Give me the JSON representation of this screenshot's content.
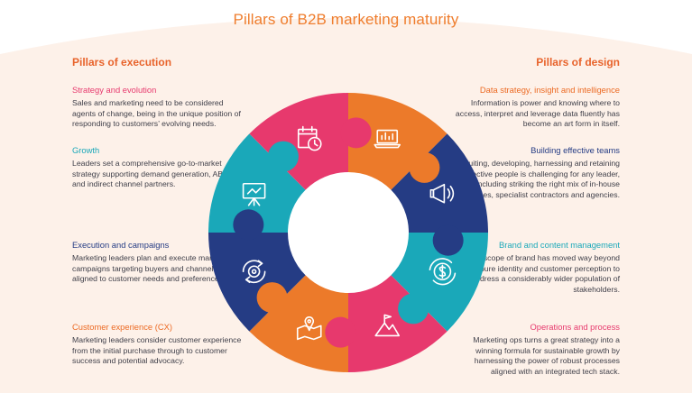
{
  "title": "Pillars of B2B marketing maturity",
  "execution": {
    "heading": "Pillars of execution",
    "items": [
      {
        "title": "Strategy and evolution",
        "text": "Sales and marketing need to be considered agents of change, being in the unique position of responding to customers’ evolving needs.",
        "color": "#e7396d"
      },
      {
        "title": "Growth",
        "text": "Leaders set a comprehensive go-to-market strategy supporting demand generation, ABM and indirect channel partners.",
        "color": "#1aa8b9"
      },
      {
        "title": "Execution and campaigns",
        "text": "Marketing leaders plan and execute marketing campaigns targeting buyers and channels fully-aligned to customer needs and preferences.",
        "color": "#253c84"
      },
      {
        "title": "Customer experience (CX)",
        "text": "Marketing leaders consider customer experience from the initial purchase through to customer success and potential advocacy.",
        "color": "#ec6a23"
      }
    ]
  },
  "design": {
    "heading": "Pillars of design",
    "items": [
      {
        "title": "Data strategy, insight and intelligence",
        "text": "Information is power and knowing where to access, interpret and leverage data fluently has become an art form in itself.",
        "color": "#ec6a23"
      },
      {
        "title": "Building effective teams",
        "text": "Recruiting, developing, harnessing and retaining effective people is challenging for any leader, including striking the right mix of in-house resources, specialist contractors and agencies.",
        "color": "#253c84"
      },
      {
        "title": "Brand and content management",
        "text": "The scope of brand has moved way beyond pure identity and customer perception to address a considerably wider population of stakeholders.",
        "color": "#1aa8b9"
      },
      {
        "title": "Operations and process",
        "text": "Marketing ops turns a great strategy into a winning formula for sustainable growth by harnessing the power of robust processes aligned with an integrated tech stack.",
        "color": "#e7396d"
      }
    ]
  },
  "ring": {
    "segments": [
      {
        "pillar": "Data strategy, insight and intelligence",
        "color": "#ec7a2a",
        "icon": "laptop-chart-icon"
      },
      {
        "pillar": "Building effective teams",
        "color": "#253c84",
        "icon": "video-megaphone-icon"
      },
      {
        "pillar": "Brand and content management",
        "color": "#1aa8b9",
        "icon": "dollar-cycle-icon"
      },
      {
        "pillar": "Operations and process",
        "color": "#e7396d",
        "icon": "mountain-flag-icon"
      },
      {
        "pillar": "Customer experience (CX)",
        "color": "#ec7a2a",
        "icon": "map-pin-icon"
      },
      {
        "pillar": "Execution and campaigns",
        "color": "#253c84",
        "icon": "target-cycle-icon"
      },
      {
        "pillar": "Growth",
        "color": "#1aa8b9",
        "icon": "presentation-board-icon"
      },
      {
        "pillar": "Strategy and evolution",
        "color": "#e7396d",
        "icon": "calendar-clock-icon"
      }
    ]
  },
  "colors": {
    "background_arc": "#fdf1e9",
    "title": "#ef7d2d",
    "heading": "#e8632b",
    "body_text": "#3f3f49"
  }
}
